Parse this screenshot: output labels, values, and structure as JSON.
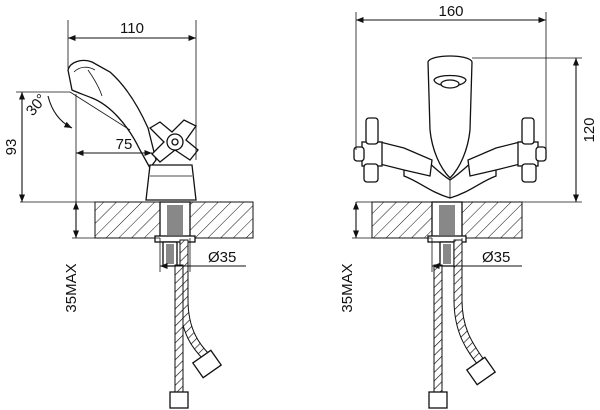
{
  "left_view": {
    "width_label": "110",
    "height_label": "93",
    "angle_label": "30°",
    "spout_depth_label": "75",
    "hole_label": "Ø35",
    "max_thickness_label": "35MAX"
  },
  "right_view": {
    "width_label": "160",
    "height_label": "120",
    "hole_label": "Ø35",
    "max_thickness_label": "35MAX"
  }
}
